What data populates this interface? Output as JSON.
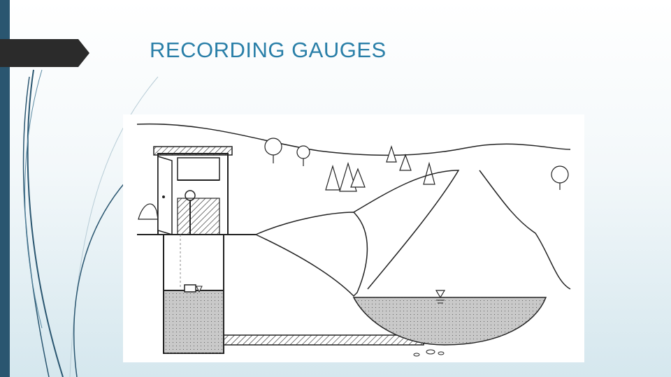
{
  "slide": {
    "title": "RECORDING GAUGES"
  },
  "diagram": {
    "image": "recording-gauge-stilling-well-illustration",
    "components": [
      "gauge-shelter",
      "recorder",
      "stilling-well",
      "intake-pipe",
      "stream-channel",
      "water-level-marker"
    ]
  },
  "colors": {
    "title": "#2a7fa8",
    "left_bar": "#2a5670",
    "title_tab": "#2b2b2b",
    "water_fill": "#c9c9c9"
  }
}
